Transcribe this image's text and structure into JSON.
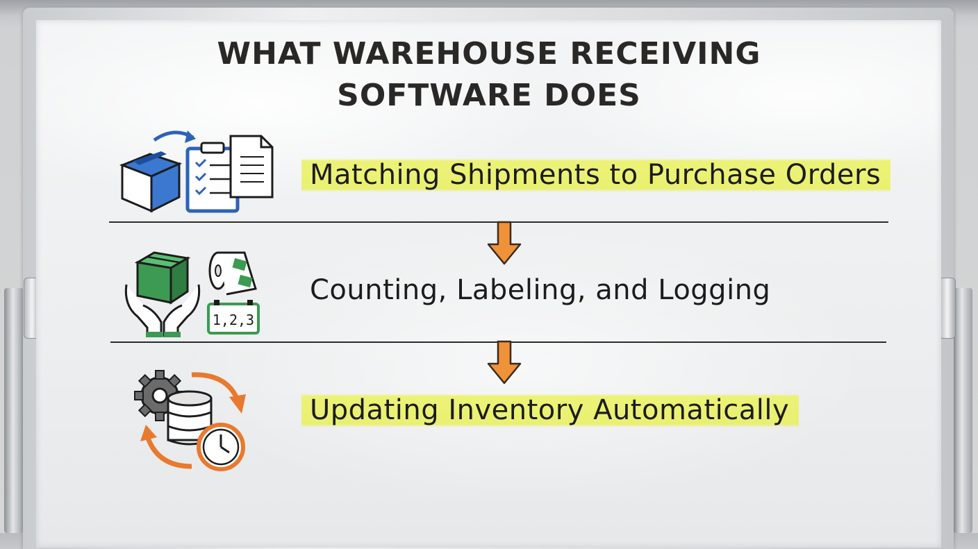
{
  "title": {
    "line1": "WHAT WAREHOUSE RECEIVING",
    "line2": "SOFTWARE DOES"
  },
  "steps": [
    {
      "label": "Matching Shipments to Purchase Orders",
      "highlighted": true,
      "icon": "box-clipboard-document-icon"
    },
    {
      "label": "Counting, Labeling, and Logging",
      "highlighted": false,
      "icon": "hands-box-label-roll-counter-icon"
    },
    {
      "label": "Updating Inventory Automatically",
      "highlighted": true,
      "icon": "gear-database-clock-icon"
    }
  ],
  "counter_digits": "1,2,3",
  "colors": {
    "marker_black": "#1c1c1c",
    "highlight_yellow": "#e8f05a",
    "arrow_orange": "#f0923a",
    "icon_blue": "#2c62b8",
    "icon_green": "#3d9a52",
    "icon_orange": "#e8792e"
  }
}
